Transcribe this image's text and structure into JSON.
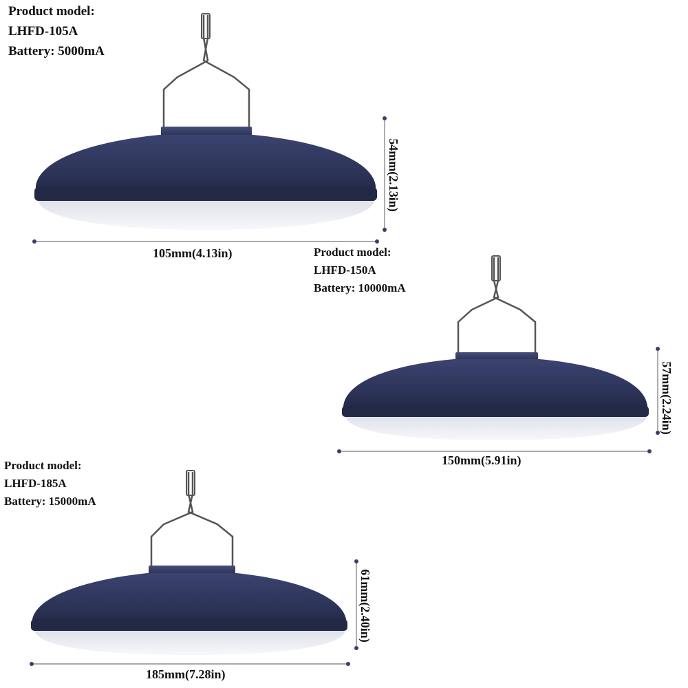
{
  "products": [
    {
      "model_label": "Product model:",
      "model": "LHFD-105A",
      "battery": "Battery: 5000mA",
      "width_label": "105mm(4.13in)",
      "height_label": "54mm(2.13in)"
    },
    {
      "model_label": "Product model:",
      "model": "LHFD-150A",
      "battery": "Battery: 10000mA",
      "width_label": "150mm(5.91in)",
      "height_label": "57mm(2.24in)"
    },
    {
      "model_label": "Product model:",
      "model": "LHFD-185A",
      "battery": "Battery: 15000mA",
      "width_label": "185mm(7.28in)",
      "height_label": "61mm(2.40in)"
    }
  ],
  "colors": {
    "shade": "#2c3356",
    "shade_dark": "#1f2442",
    "diffuser": "#eef0f4",
    "wire": "#555555",
    "dimension_line": "#777777",
    "dimension_dot": "#3a3f66"
  }
}
